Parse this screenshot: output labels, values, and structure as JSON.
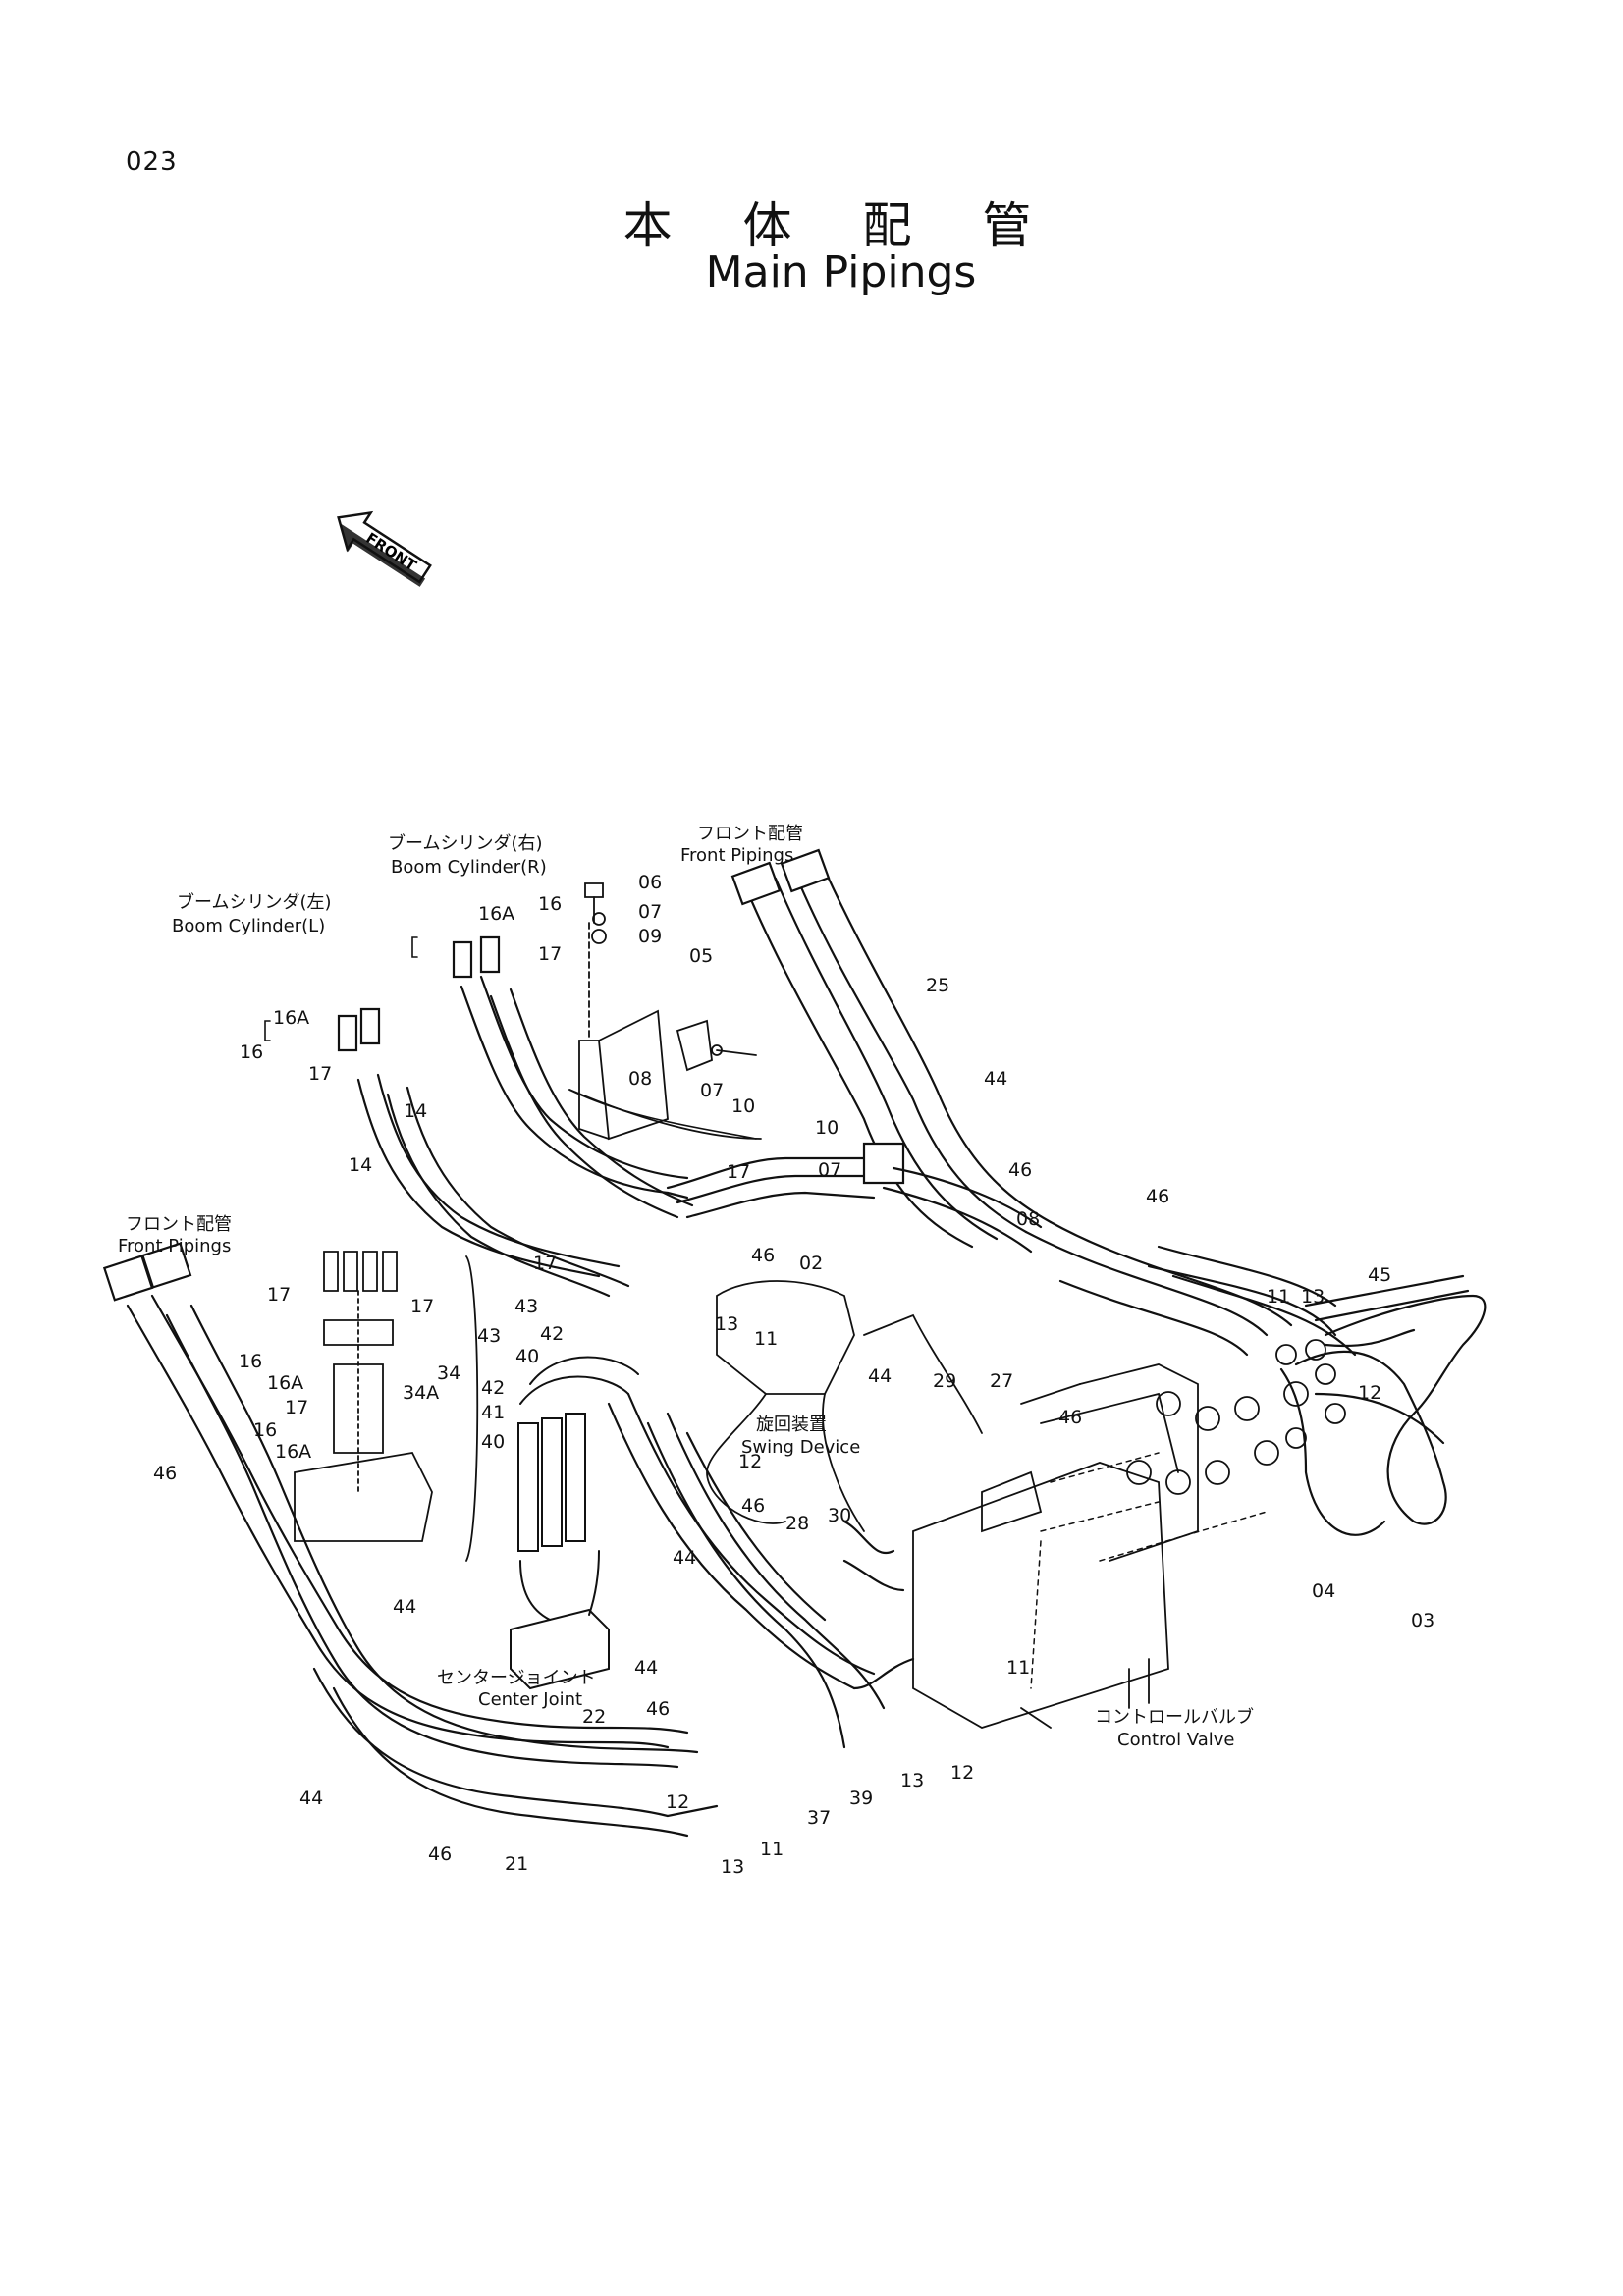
{
  "page_number": "023",
  "title_jp": "本 体 配 管",
  "title_en": "Main Pipings",
  "front_arrow_label": "FRONT",
  "captions": {
    "boom_cyl_r_jp": "ブームシリンダ(右)",
    "boom_cyl_r_en": "Boom Cylinder(R)",
    "boom_cyl_l_jp": "ブームシリンダ(左)",
    "boom_cyl_l_en": "Boom Cylinder(L)",
    "front_pipings_top_jp": "フロント配管",
    "front_pipings_top_en": "Front Pipings",
    "front_pipings_left_jp": "フロント配管",
    "front_pipings_left_en": "Front Pipings",
    "swing_device_jp": "旋回装置",
    "swing_device_en": "Swing Device",
    "center_joint_jp": "センタージョイント",
    "center_joint_en": "Center Joint",
    "control_valve_jp": "コントロールバルブ",
    "control_valve_en": "Control Valve"
  },
  "part_labels": [
    "06",
    "07",
    "09",
    "05",
    "08",
    "07",
    "10",
    "16A",
    "16",
    "17",
    "16A",
    "16",
    "17",
    "14",
    "14",
    "25",
    "44",
    "10",
    "07",
    "46",
    "08",
    "02",
    "17",
    "17",
    "46",
    "13",
    "11",
    "43",
    "42",
    "40",
    "43",
    "42",
    "41",
    "40",
    "17",
    "17",
    "16",
    "16A",
    "17",
    "16",
    "16A",
    "34",
    "34A",
    "46",
    "12",
    "29",
    "27",
    "44",
    "46",
    "46",
    "11",
    "13",
    "45",
    "12",
    "04",
    "03",
    "46",
    "28",
    "30",
    "44",
    "44",
    "44",
    "46",
    "11",
    "22",
    "12",
    "13",
    "39",
    "37",
    "12",
    "11",
    "13",
    "44",
    "46",
    "21"
  ]
}
